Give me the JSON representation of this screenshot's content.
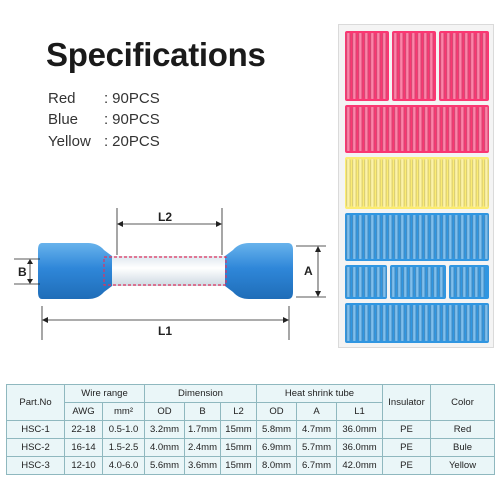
{
  "heading": "Specifications",
  "quantities": [
    {
      "color": "Red",
      "separator": ":",
      "count": "90PCS"
    },
    {
      "color": "Blue",
      "separator": ":",
      "count": "90PCS"
    },
    {
      "color": "Yellow",
      "separator": ":",
      "count": "20PCS"
    }
  ],
  "diagram": {
    "label_l2": "L2",
    "label_l1": "L1",
    "label_a": "A",
    "label_b": "B",
    "colors": {
      "tube": "#2f87d9",
      "tube_dark": "#1f6db8",
      "sleeve": "#f1f4f7",
      "inner_outline": "#e0335e"
    }
  },
  "product_colors": {
    "red": "#f0356e",
    "blue": "#2e90d8",
    "yellow": "#f2e36f"
  },
  "table": {
    "col_part": "Part.No",
    "group_wire": "Wire range",
    "group_dimension": "Dimension",
    "group_heat": "Heat shrink tube",
    "col_insulator": "Insulator",
    "col_color": "Color",
    "sub_headers": [
      "AWG",
      "mm²",
      "OD",
      "B",
      "L2",
      "OD",
      "A",
      "L1"
    ],
    "rows": [
      {
        "part": "HSC-1",
        "awg": "22-18",
        "mm2": "0.5-1.0",
        "od": "3.2mm",
        "b": "1.7mm",
        "l2": "15mm",
        "hod": "5.8mm",
        "a": "4.7mm",
        "l1": "36.0mm",
        "insulator": "PE",
        "color": "Red"
      },
      {
        "part": "HSC-2",
        "awg": "16-14",
        "mm2": "1.5-2.5",
        "od": "4.0mm",
        "b": "2.4mm",
        "l2": "15mm",
        "hod": "6.9mm",
        "a": "5.7mm",
        "l1": "36.0mm",
        "insulator": "PE",
        "color": "Bule"
      },
      {
        "part": "HSC-3",
        "awg": "12-10",
        "mm2": "4.0-6.0",
        "od": "5.6mm",
        "b": "3.6mm",
        "l2": "15mm",
        "hod": "8.0mm",
        "a": "6.7mm",
        "l1": "42.0mm",
        "insulator": "PE",
        "color": "Yellow"
      }
    ]
  }
}
